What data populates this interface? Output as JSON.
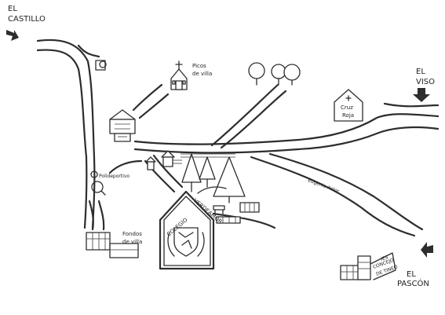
{
  "labels": {
    "el_castillo": [
      "EL",
      "CASTILLO"
    ],
    "el_viso": [
      "EL",
      "VISO"
    ],
    "el_pascon": [
      "EL",
      "PASCÓN"
    ],
    "picos_de_villa": [
      "Picos",
      "de villa"
    ],
    "cruz_roja": [
      "Cruz",
      "Roja"
    ],
    "fondos_de_villa": [
      "Fondos",
      "de villa"
    ],
    "polideportivo": "Polideportivo",
    "eugenio_astor": "Eugenio Astor",
    "colegio": "COLEGIO",
    "school_name": "VERDEAMOR",
    "ies": [
      "IES",
      "CONCEJO",
      "DE TINEO"
    ]
  },
  "colors": {
    "ink": "#2d2d2d",
    "paper": "#ffffff"
  }
}
